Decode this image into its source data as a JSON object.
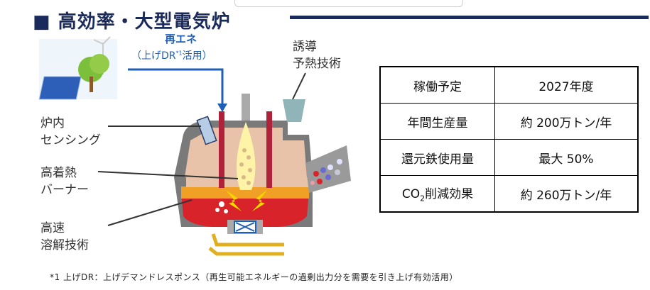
{
  "title": "■ 高効率・大型電気炉",
  "renewable": {
    "label": "再エネ",
    "sub_pre": "（上げDR",
    "sub_sup": "*1",
    "sub_post": "活用）"
  },
  "labels": {
    "induction": [
      "誘導",
      "予熱技術"
    ],
    "sensing": [
      "炉内",
      "センシング"
    ],
    "burner": [
      "高着熱",
      "バーナー"
    ],
    "melting": [
      "高速",
      "溶解技術"
    ]
  },
  "specs": [
    {
      "key": "稼働予定",
      "value": "2027年度"
    },
    {
      "key": "年間生産量",
      "value": "約 200万トン/年"
    },
    {
      "key": "還元鉄使用量",
      "value": "最大 50%"
    },
    {
      "key_pre": "CO",
      "key_sub": "2",
      "key_post": "削減効果",
      "value": "約 260万トン/年"
    }
  ],
  "footnote": "*1 上げDR：上げデマンドレスポンス（再生可能エネルギーの過剰出力分を需要を引き上げ有効活用）",
  "colors": {
    "title": "#1a2a5a",
    "renewable": "#1f5fb5",
    "furnace_body": "#e8c3aa",
    "furnace_wall": "#7a7a7a",
    "molten": "#d8232a",
    "electrode": "#b0213a",
    "lightning": "#f5d400"
  }
}
